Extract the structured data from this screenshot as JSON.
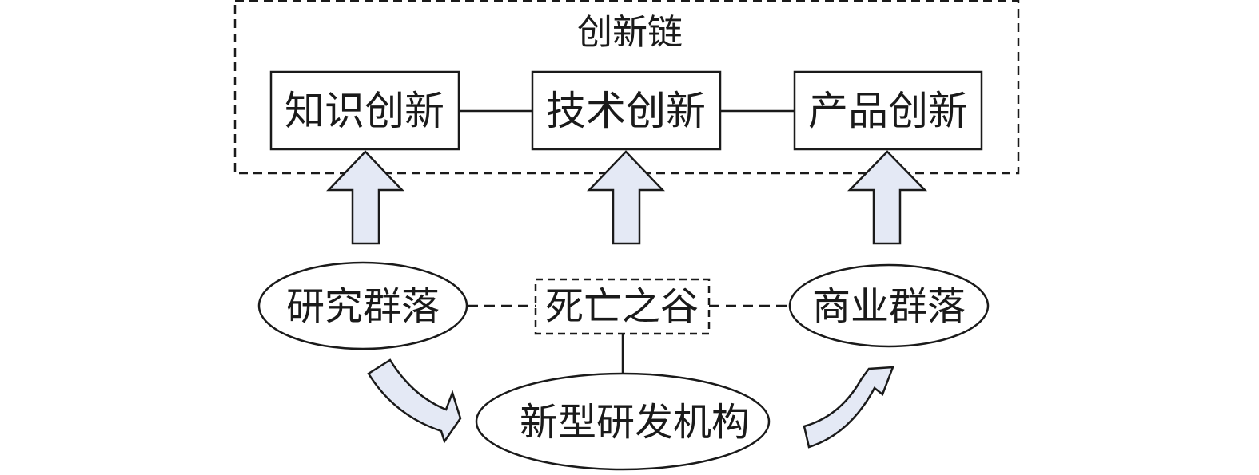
{
  "chain": {
    "title": "创新链",
    "stages": [
      "知识创新",
      "技术创新",
      "产品创新"
    ]
  },
  "bottom": {
    "research_cluster": "研究群落",
    "valley_of_death": "死亡之谷",
    "business_cluster": "商业群落",
    "new_rd_institution": "新型研发机构"
  },
  "colors": {
    "stroke": "#1a1a1a",
    "arrow_fill": "#e4e9f5",
    "background": "#ffffff"
  }
}
